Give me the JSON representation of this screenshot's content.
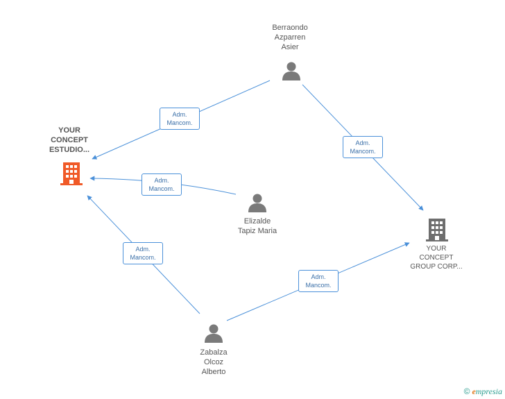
{
  "colors": {
    "edge": "#4a90d9",
    "person": "#7a7a7a",
    "company_main": "#f05a28",
    "company": "#6e6e6e"
  },
  "nodes": {
    "your_concept_estudio": {
      "lines": [
        "YOUR",
        "CONCEPT",
        "ESTUDIO..."
      ],
      "icon": "building-icon"
    },
    "your_concept_group": {
      "lines": [
        "YOUR",
        "CONCEPT",
        "GROUP CORP..."
      ],
      "icon": "building-icon"
    },
    "berraondo": {
      "lines": [
        "Berraondo",
        "Azparren",
        "Asier"
      ],
      "icon": "person-icon"
    },
    "elizalde": {
      "lines": [
        "Elizalde",
        "Tapiz Maria"
      ],
      "icon": "person-icon"
    },
    "zabalza": {
      "lines": [
        "Zabalza",
        "Olcoz",
        "Alberto"
      ],
      "icon": "person-icon"
    }
  },
  "edges": [
    {
      "from": "berraondo",
      "to": "your_concept_estudio",
      "lines": [
        "Adm.",
        "Mancom."
      ]
    },
    {
      "from": "elizalde",
      "to": "your_concept_estudio",
      "lines": [
        "Adm.",
        "Mancom."
      ]
    },
    {
      "from": "zabalza",
      "to": "your_concept_estudio",
      "lines": [
        "Adm.",
        "Mancom."
      ]
    },
    {
      "from": "berraondo",
      "to": "your_concept_group",
      "lines": [
        "Adm.",
        "Mancom."
      ]
    },
    {
      "from": "zabalza",
      "to": "your_concept_group",
      "lines": [
        "Adm.",
        "Mancom."
      ]
    }
  ],
  "footer": {
    "copyright": "©",
    "brand_e": "e",
    "brand_rest": "mpresia"
  }
}
